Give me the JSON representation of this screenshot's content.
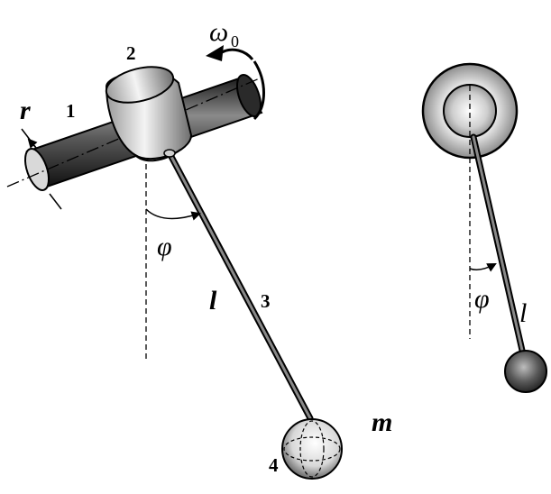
{
  "labels": {
    "radius": "r",
    "part_1": "1",
    "part_2": "2",
    "part_3": "3",
    "part_4": "4",
    "omega": "ω",
    "omega_sub": "0",
    "phi_left": "φ",
    "length_left": "l",
    "mass": "m",
    "phi_right": "φ",
    "length_right": "l"
  }
}
